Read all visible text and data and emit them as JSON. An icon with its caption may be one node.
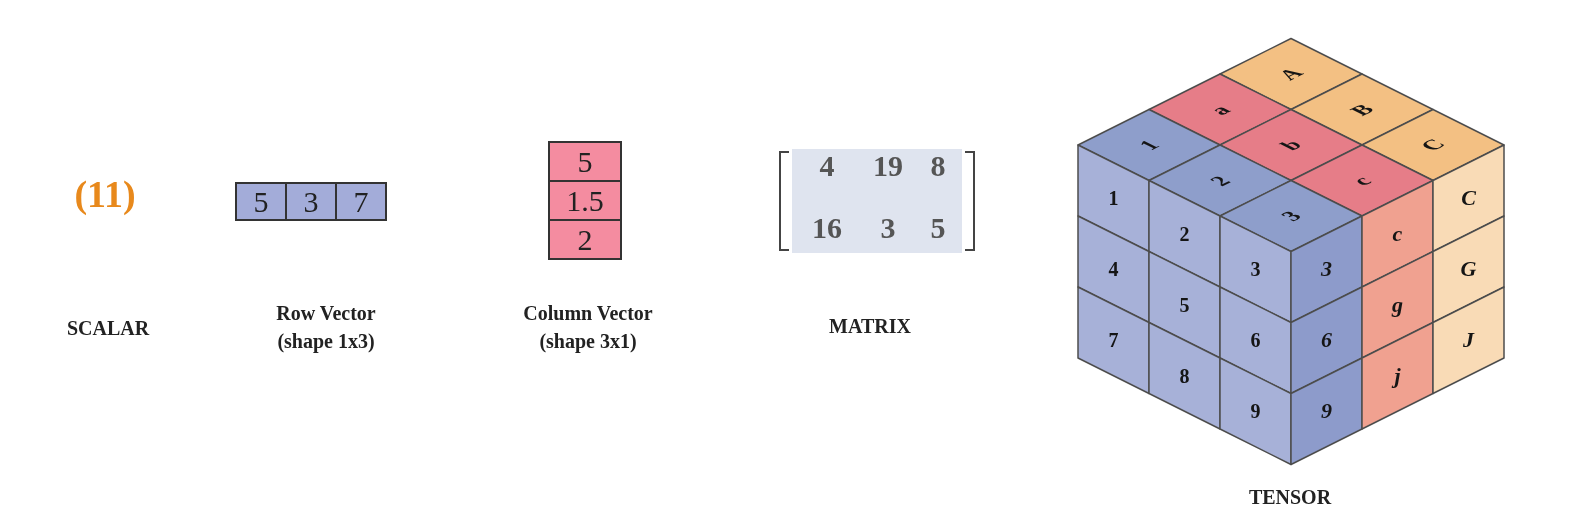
{
  "diagram": {
    "nodes": [
      {
        "text": [
          "5"
        ]
      },
      {
        "text": [
          "3"
        ]
      },
      {
        "text": [
          "7"
        ]
      },
      {
        "text": [
          "5"
        ]
      },
      {
        "text": [
          "1.5"
        ]
      },
      {
        "text": [
          "2"
        ]
      },
      {
        "text": [
          "4",
          "19",
          "8",
          "16",
          "3",
          "5"
        ]
      },
      {
        "text": [
          "A"
        ]
      },
      {
        "text": [
          "a"
        ]
      },
      {
        "text": [
          "B"
        ]
      },
      {
        "text": [
          "1"
        ]
      },
      {
        "text": [
          "b"
        ]
      },
      {
        "text": [
          "C"
        ]
      },
      {
        "text": [
          "2"
        ]
      },
      {
        "text": [
          "c"
        ]
      },
      {
        "text": [
          "3"
        ]
      },
      {
        "text": [
          "1"
        ]
      },
      {
        "text": [
          "2"
        ]
      },
      {
        "text": [
          "3"
        ]
      },
      {
        "text": [
          "4"
        ]
      },
      {
        "text": [
          "5"
        ]
      },
      {
        "text": [
          "6"
        ]
      },
      {
        "text": [
          "7"
        ]
      },
      {
        "text": [
          "8"
        ]
      },
      {
        "text": [
          "9"
        ]
      },
      {
        "text": [
          "3"
        ]
      },
      {
        "text": [
          "c"
        ]
      },
      {
        "text": [
          "C"
        ]
      },
      {
        "text": [
          "6"
        ]
      },
      {
        "text": [
          "g"
        ]
      },
      {
        "text": [
          "G"
        ]
      },
      {
        "text": [
          "9"
        ]
      },
      {
        "text": [
          "j"
        ]
      },
      {
        "text": [
          "J"
        ]
      }
    ],
    "labels": [
      "(11)",
      "SCALAR",
      "Row Vector (shape 1x3)",
      "Column Vector (shape 3x1)",
      "MATRIX",
      "TENSOR"
    ]
  }
}
